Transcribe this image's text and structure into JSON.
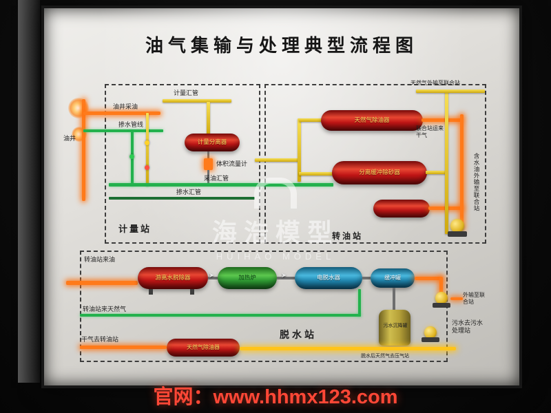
{
  "photo": {
    "footer_url": "官网：www.hhmx123.com",
    "watermark": {
      "name": "海浩模型",
      "name_en": "HUIHAO MODEL"
    }
  },
  "board": {
    "title": "油气集输与处理典型流程图",
    "icons": {
      "flow_arrow": "➤"
    },
    "stations": {
      "metering": {
        "name": "计量站",
        "labels": {
          "oil_well": "油井",
          "oil_producing_line": "油井采油",
          "water_mix_line": "掺水管线",
          "metering_header": "计量汇管",
          "metering_separator": "计量分离器",
          "flow_meter": "体积流量计",
          "oil_header": "采油汇管",
          "water_header": "掺水汇管"
        }
      },
      "transfer": {
        "name": "转油站",
        "labels": {
          "gas_oil_remover": "天然气除油器",
          "buffer_separator": "分离缓冲除砂器",
          "gas_export": "天然气外输至联合站",
          "dry_gas_in": "联合站运来干气",
          "oil_export_side": "含水油外输至联合站"
        }
      },
      "dehydration": {
        "name": "脱水站",
        "labels": {
          "oil_in": "转油站来油",
          "free_water_remover": "游离水脱除器",
          "heater": "加热炉",
          "electric_dehydrator": "电脱水器",
          "buffer_tank": "缓冲罐",
          "gas_in": "转油站来天然气",
          "dry_gas_out": "干气去转油站",
          "gas_oil_remover": "天然气除油器",
          "settling_tank": "污水沉降罐",
          "sewage_out": "污水去污水处理站",
          "oil_export": "外输至联合站",
          "gas_note": "脱水后天然气去压气站"
        }
      }
    }
  },
  "colors": {
    "vessel_red": "#c11616",
    "vessel_green": "#2f9a33",
    "vessel_blue": "#2187b0",
    "pipe_yellow": "#e8c81f",
    "pipe_green": "#23b14d",
    "pipe_orange": "#ff7a1a",
    "tank_olive": "#b5a038",
    "url_red": "#ff4736"
  }
}
